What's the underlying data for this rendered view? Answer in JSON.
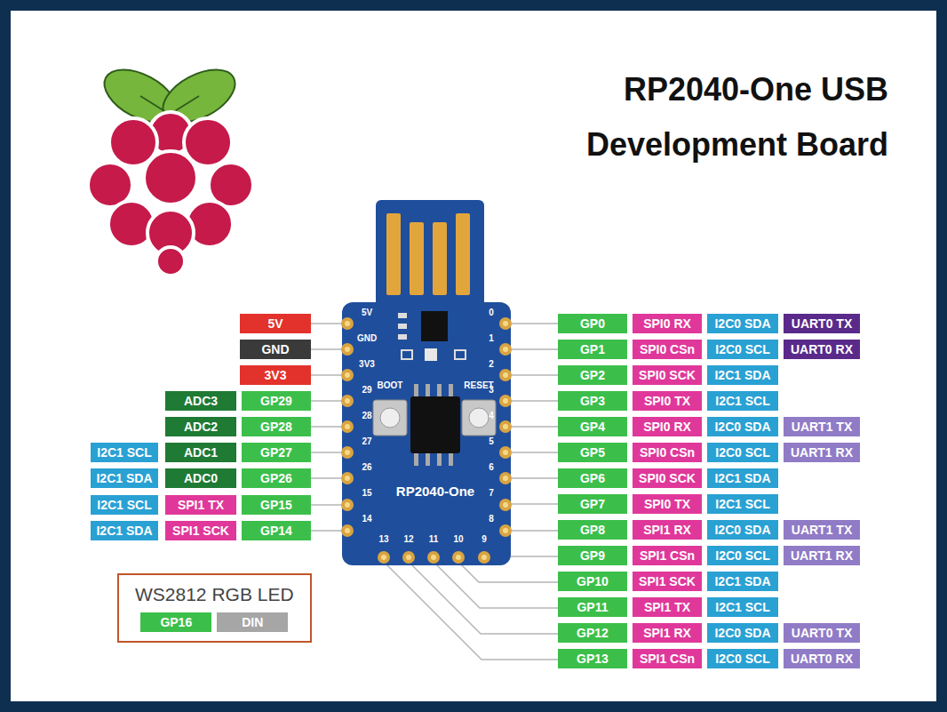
{
  "diagram": {
    "title": "RP2040-One USB Development Board",
    "nodes": [
      {
        "text": [
          "WS2812 RGB LED",
          "GP16",
          "DIN"
        ]
      }
    ],
    "labels": [
      "5V",
      "GND",
      "3V3",
      "ADC3",
      "GP29",
      "ADC2",
      "GP28",
      "I2C1 SCL",
      "ADC1",
      "GP27",
      "I2C1 SDA",
      "ADC0",
      "GP26",
      "I2C1 SCL",
      "SPI1 TX",
      "GP15",
      "I2C1 SDA",
      "SPI1 SCK",
      "GP14",
      "GP0",
      "SPI0 RX",
      "I2C0 SDA",
      "UART0 TX",
      "GP1",
      "SPI0 CSn",
      "I2C0 SCL",
      "UART0 RX",
      "GP2",
      "SPI0 SCK",
      "I2C1 SDA",
      "GP3",
      "SPI0 TX",
      "I2C1 SCL",
      "GP4",
      "SPI0 RX",
      "I2C0 SDA",
      "UART1 TX",
      "GP5",
      "SPI0 CSn",
      "I2C0 SCL",
      "UART1 RX",
      "GP6",
      "SPI0 SCK",
      "I2C1 SDA",
      "GP7",
      "SPI0 TX",
      "I2C1 SCL",
      "GP8",
      "SPI1 RX",
      "I2C0 SDA",
      "UART1 TX",
      "GP9",
      "SPI1 CSn",
      "I2C0 SCL",
      "UART1 RX",
      "GP10",
      "SPI1 SCK",
      "I2C1 SDA",
      "GP11",
      "SPI1 TX",
      "I2C1 SCL",
      "GP12",
      "SPI1 RX",
      "I2C0 SDA",
      "UART0 TX",
      "GP13",
      "SPI1 CSn",
      "I2C0 SCL",
      "UART0 RX",
      "5V",
      "GND",
      "3V3",
      "29",
      "28",
      "27",
      "26",
      "15",
      "14",
      "0",
      "1",
      "2",
      "3",
      "4",
      "5",
      "6",
      "7",
      "8",
      "13",
      "12",
      "11",
      "10",
      "9",
      "BOOT",
      "RESET",
      "RP2040-One"
    ]
  }
}
